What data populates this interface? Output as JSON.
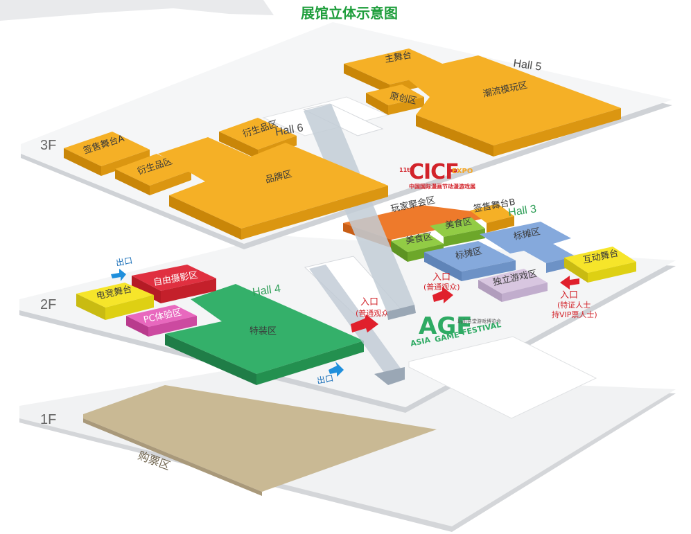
{
  "title": "展馆立体示意图",
  "floors": {
    "f1": "1F",
    "f2": "2F",
    "f3": "3F"
  },
  "halls": {
    "hall3": "Hall 3",
    "hall4": "Hall 4",
    "hall5": "Hall 5",
    "hall6": "Hall 6"
  },
  "zones": {
    "main_stage": "主舞台",
    "original": "原创区",
    "trend_model": "潮流模玩区",
    "signing_a": "签售舞台A",
    "derivative_top": "衍生品区",
    "derivative_left": "衍生品区",
    "brand": "品牌区",
    "player_party": "玩家聚会区",
    "signing_b": "签售舞台B",
    "food_1": "美食区",
    "food_2": "美食区",
    "booth_1": "标摊区",
    "booth_2": "标摊区",
    "interactive_stage": "互动舞台",
    "indie_games": "独立游戏区",
    "photo": "自由摄影区",
    "esports": "电竞舞台",
    "pc_experience": "PC体验区",
    "special_outfit": "特装区",
    "ticketing": "购票区"
  },
  "entrances": {
    "entry_label": "入口",
    "general_audience": "(普通观众)",
    "special_line1": "(特证人士",
    "special_line2": "持VIP票人士)",
    "exit_label": "出口"
  },
  "logos": {
    "cicf_main": "CICF",
    "cicf_expo": "EXPO",
    "cicf_edition": "11th",
    "cicf_caption": "中国国际漫画节动漫游戏展",
    "agf_main": "AGF",
    "agf_asia": "ASIA",
    "agf_game": "GAME",
    "agf_festival": "FESTIVAL",
    "agf_caption": "玩出名堂游戏博览会"
  },
  "colors": {
    "title_green": "#1f9e3c",
    "orange": "#f5b026",
    "green": "#2eaa63",
    "blue": "#7fa6d9",
    "red": "#d9232d",
    "yellow": "#f4e41c",
    "pink": "#e35bb0",
    "lime": "#8cc63f",
    "lavender": "#d7c5df",
    "tan": "#c9b994",
    "deep_orange": "#ee7a2b"
  }
}
